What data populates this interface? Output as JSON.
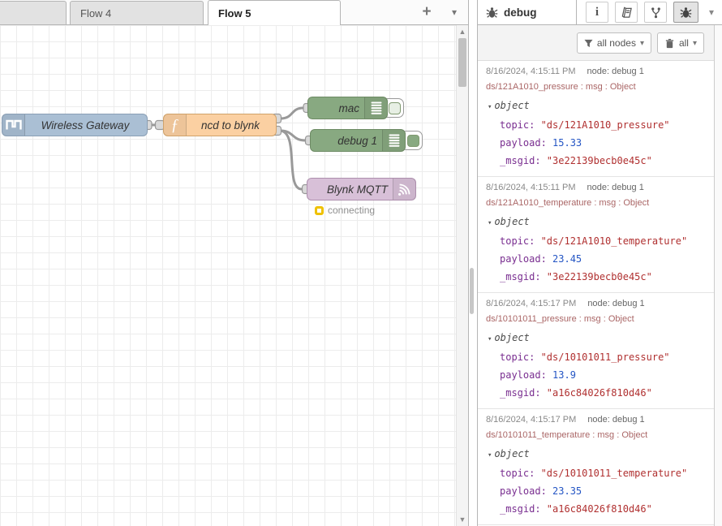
{
  "icons": {
    "add": "+",
    "chevron_down": "▾",
    "collapse": "▾"
  },
  "workspace_tabs": {
    "partial_label": "",
    "flow4_label": "Flow 4",
    "flow5_label": "Flow 5"
  },
  "flow": {
    "nodes": {
      "gateway": "Wireless Gateway",
      "function": "ncd to blynk",
      "debug_mac": "mac",
      "debug_1": "debug 1",
      "mqtt": "Blynk MQTT"
    },
    "status_text": "connecting"
  },
  "sidebar": {
    "tab_label": "debug",
    "filter_button": "all nodes",
    "clear_button": "all",
    "tree_labels": {
      "object": "object",
      "key_topic": "topic: ",
      "key_payload": "payload: ",
      "key_msgid": "_msgid: "
    },
    "messages": [
      {
        "timestamp": "8/16/2024, 4:15:11 PM",
        "node": "node: debug 1",
        "topic_line": "ds/121A1010_pressure : msg : Object",
        "values": {
          "topic": "\"ds/121A1010_pressure\"",
          "payload": "15.33",
          "msgid": "\"3e22139becb0e45c\""
        }
      },
      {
        "timestamp": "8/16/2024, 4:15:11 PM",
        "node": "node: debug 1",
        "topic_line": "ds/121A1010_temperature : msg : Object",
        "values": {
          "topic": "\"ds/121A1010_temperature\"",
          "payload": "23.45",
          "msgid": "\"3e22139becb0e45c\""
        }
      },
      {
        "timestamp": "8/16/2024, 4:15:17 PM",
        "node": "node: debug 1",
        "topic_line": "ds/10101011_pressure : msg : Object",
        "values": {
          "topic": "\"ds/10101011_pressure\"",
          "payload": "13.9",
          "msgid": "\"a16c84026f810d46\""
        }
      },
      {
        "timestamp": "8/16/2024, 4:15:17 PM",
        "node": "node: debug 1",
        "topic_line": "ds/10101011_temperature : msg : Object",
        "values": {
          "topic": "\"ds/10101011_temperature\"",
          "payload": "23.35",
          "msgid": "\"a16c84026f810d46\""
        }
      }
    ]
  },
  "colors": {
    "node_gateway": "#aabfd4",
    "node_function": "#fbd0a2",
    "node_debug": "#88a981",
    "node_mqtt": "#d8c0d8",
    "status_yellow": "#efc100",
    "wire": "#999999",
    "debug_key": "#792e90",
    "debug_string": "#b03030",
    "debug_number": "#2455c4",
    "debug_topic": "#aa6666"
  }
}
